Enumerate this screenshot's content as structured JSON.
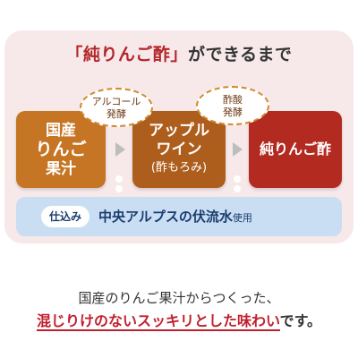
{
  "heading": {
    "accent": "「純りんご酢」",
    "rest": "ができるまで"
  },
  "bubbles": [
    {
      "line1": "アルコール",
      "line2": "発酵"
    },
    {
      "line1": "酢酸",
      "line2": "発酵"
    }
  ],
  "stages": [
    {
      "line1": "国産",
      "line2": "りんご",
      "line3": "果汁"
    },
    {
      "line1": "アップル",
      "line2": "ワイン",
      "sub": "(酢もろみ)"
    },
    {
      "line1": "純りんご酢"
    }
  ],
  "water": {
    "tag": "仕込み",
    "main": "中央アルプスの伏流水",
    "suffix": "使用"
  },
  "caption": {
    "line1": "国産のりんご果汁からつくった、",
    "line2_accent": "混じりけのないスッキリとした味わい",
    "line2_rest": "です。"
  },
  "colors": {
    "panel": "#f7e8ea",
    "stage1": "#c57523",
    "stage2": "#ae5e1c",
    "stage3": "#b32a20",
    "water": "#c9def3",
    "accent_red": "#c0202e"
  }
}
